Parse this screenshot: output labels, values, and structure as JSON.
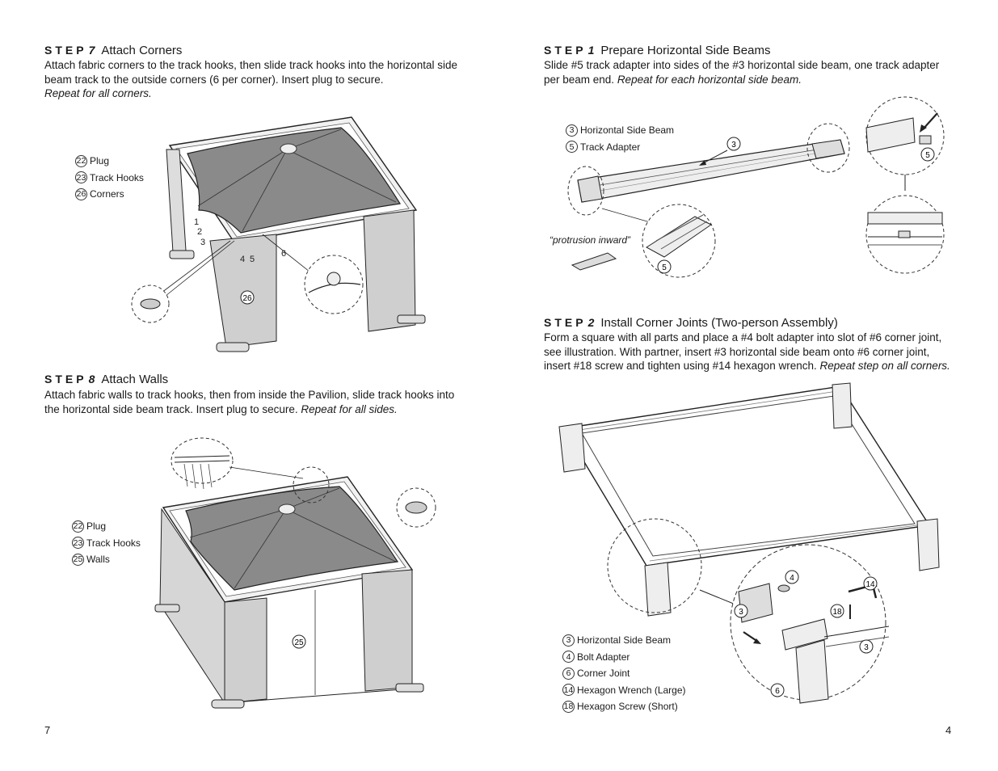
{
  "left": {
    "step7": {
      "word": "STEP",
      "num": "7",
      "title": "Attach Corners",
      "line1": "Attach fabric corners to the track hooks, then slide track hooks into the horizontal side",
      "line2": "beam track to the outside corners (6 per corner). Insert plug to secure.",
      "line3": "Repeat for all corners.",
      "legend": [
        {
          "num": "22",
          "label": "Plug"
        },
        {
          "num": "23",
          "label": "Track Hooks"
        },
        {
          "num": "26",
          "label": "Corners"
        }
      ],
      "callout_numbers": [
        "1",
        "2",
        "3",
        "4",
        "5",
        "6"
      ],
      "part_badge": "26"
    },
    "step8": {
      "word": "STEP",
      "num": "8",
      "title": "Attach Walls",
      "line1": "Attach fabric walls to track hooks, then from inside the Pavilion, slide track hooks into",
      "line2a": "the horizontal side beam track. Insert plug to secure. ",
      "line2b": "Repeat for all sides.",
      "legend": [
        {
          "num": "22",
          "label": "Plug"
        },
        {
          "num": "23",
          "label": "Track Hooks"
        },
        {
          "num": "25",
          "label": "Walls"
        }
      ],
      "part_badge": "25"
    },
    "page_number": "7"
  },
  "right": {
    "step1": {
      "word": "STEP",
      "num": "1",
      "title": "Prepare Horizontal Side Beams",
      "line1": "Slide #5 track adapter into sides of the #3 horizontal side beam, one track adapter",
      "line2a": "per beam end. ",
      "line2b": "Repeat for each horizontal side beam.",
      "legend": [
        {
          "num": "3",
          "label": "Horizontal Side Beam"
        },
        {
          "num": "5",
          "label": "Track Adapter"
        }
      ],
      "protrusion_note": "“protrusion inward”",
      "badge_beam": "3",
      "badge_adapter_a": "5",
      "badge_adapter_b": "5"
    },
    "step2": {
      "word": "STEP",
      "num": "2",
      "title": "Install Corner Joints (Two-person Assembly)",
      "line1": "Form a square with all parts and place a #4 bolt adapter into slot of #6 corner joint,",
      "line2": "see illustration. With partner, insert #3 horizontal side beam onto #6 corner joint,",
      "line3a": "insert #18 screw and tighten using #14 hexagon wrench. ",
      "line3b": "Repeat step on all corners.",
      "legend": [
        {
          "num": "3",
          "label": "Horizontal Side Beam"
        },
        {
          "num": "4",
          "label": "Bolt Adapter"
        },
        {
          "num": "6",
          "label": "Corner Joint"
        },
        {
          "num": "14",
          "label": "Hexagon Wrench (Large)"
        },
        {
          "num": "18",
          "label": "Hexagon Screw (Short)"
        }
      ],
      "detail_badges": [
        "4",
        "14",
        "3",
        "18",
        "3",
        "6"
      ]
    },
    "page_number": "4"
  }
}
